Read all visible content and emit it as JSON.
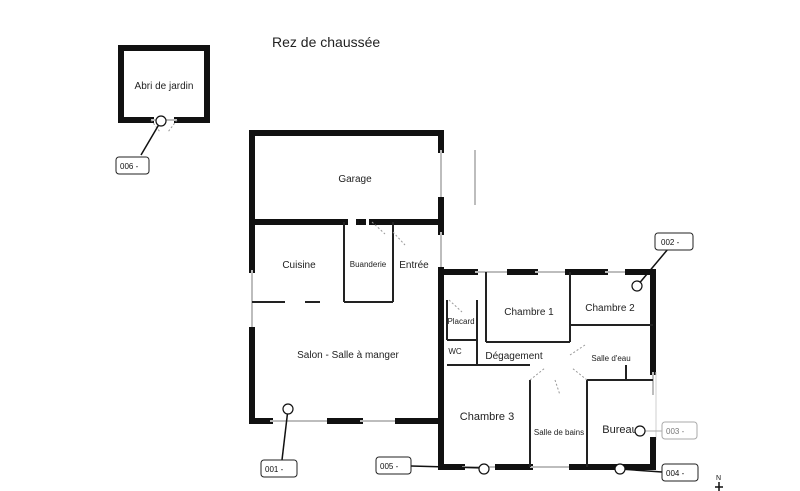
{
  "title": "Rez de chaussée",
  "rooms": {
    "abri": "Abri de jardin",
    "garage": "Garage",
    "cuisine": "Cuisine",
    "buanderie": "Buanderie",
    "entree": "Entrée",
    "salon": "Salon - Salle à manger",
    "placard": "Placard",
    "wc": "WC",
    "degagement": "Dégagement",
    "chambre1": "Chambre 1",
    "chambre2": "Chambre 2",
    "chambre3": "Chambre 3",
    "salle_eau": "Salle d'eau",
    "salle_bains": "Salle de bains",
    "bureau": "Bureau"
  },
  "markers": {
    "m001": "001 -",
    "m002": "002 -",
    "m003": "003 -",
    "m004": "004 -",
    "m005": "005 -",
    "m006": "006 -"
  },
  "compass": "N"
}
